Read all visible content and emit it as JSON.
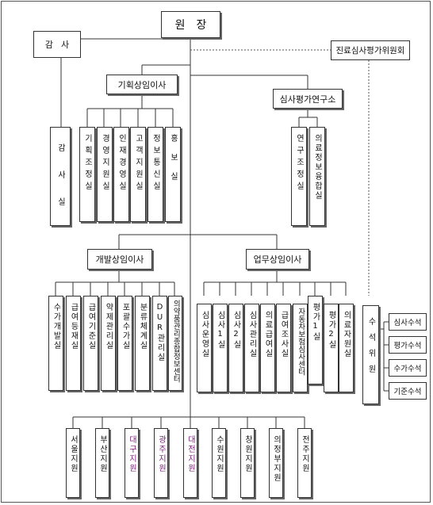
{
  "top": {
    "director": "원장",
    "auditor": "감사",
    "committee": "진료심사평가위원회",
    "planning_director": "기획상임이사",
    "research_institute": "심사평가연구소"
  },
  "upper": [
    "감사실",
    "기획조정실",
    "경영지원실",
    "인재경영실",
    "고객지원실",
    "정보통신실",
    "홍보실"
  ],
  "research": [
    "연구조정실",
    "의료정보융합실"
  ],
  "mid": {
    "development": "개발상임이사",
    "operations": "업무상임이사"
  },
  "development": [
    "수가개발실",
    "급여등재실",
    "급여기준실",
    "약제관리실",
    "포괄수가실",
    "분류체계실",
    "DUR관리실",
    "의약품관리종합정보센터"
  ],
  "operations": [
    "심사운영실",
    "심사1실",
    "심사2실",
    "심사관리실",
    "의료급여실",
    "급여조사실",
    "자동차보험심사센터",
    "평가1실",
    "평가2실",
    "의료자원실"
  ],
  "advisors": {
    "title": "수석위원",
    "items": [
      "심사수석",
      "평가수석",
      "수가수석",
      "기준수석"
    ]
  },
  "branches": [
    "서울지원",
    "부산지원",
    "대구지원",
    "광주지원",
    "대전지원",
    "수원지원",
    "창원지원",
    "의정부지원",
    "전주지원"
  ],
  "colors": {
    "line": "#333333",
    "shadow": "#666666",
    "branch_accent": "#7a1f7a"
  }
}
